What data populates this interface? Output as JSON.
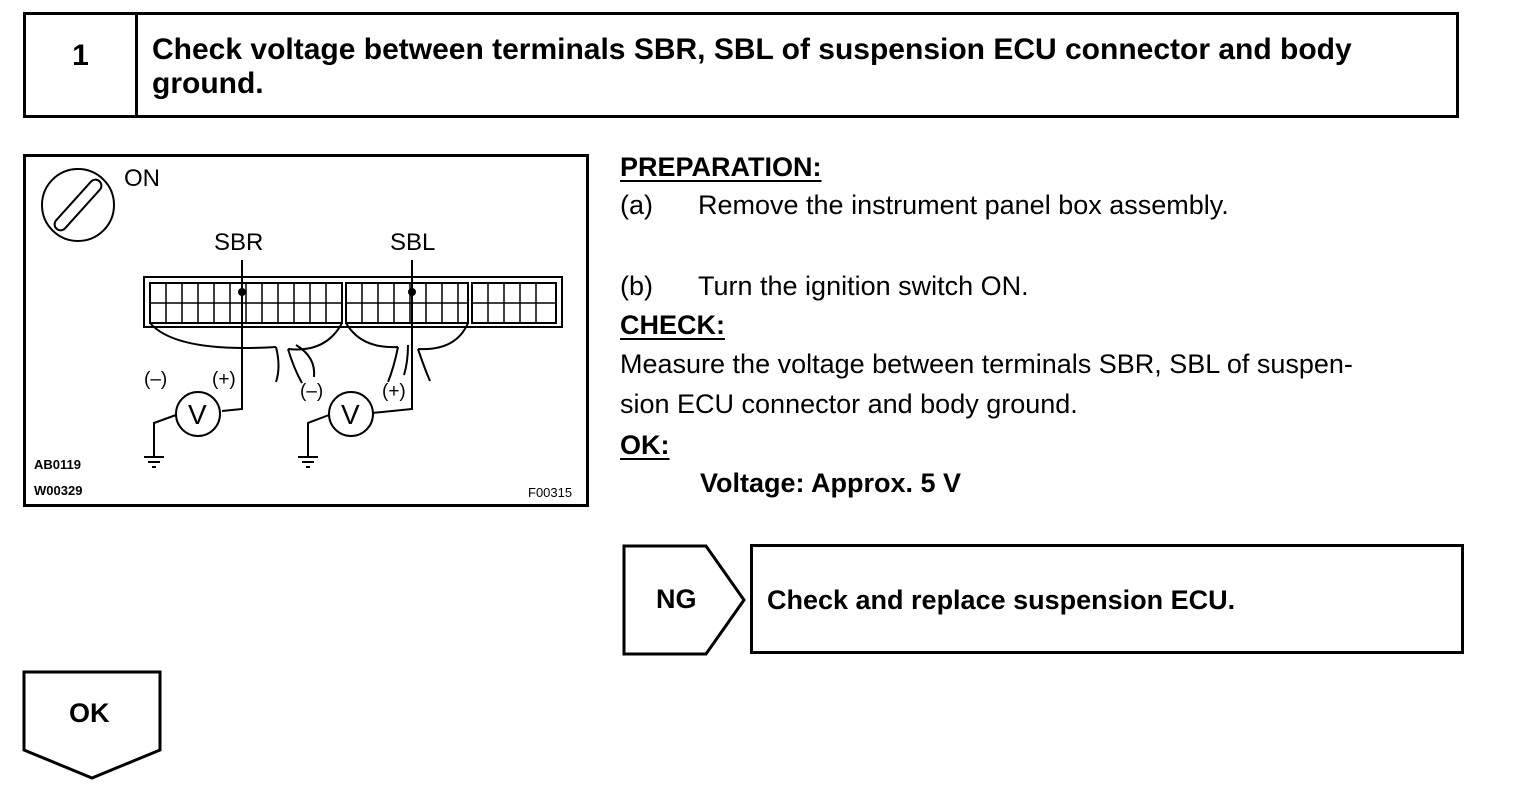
{
  "step": {
    "number": "1",
    "title": "Check voltage between terminals SBR, SBL of suspension ECU connector and body ground."
  },
  "figure": {
    "switch_label": "ON",
    "terminal_left": "SBR",
    "terminal_right": "SBL",
    "minus": "(–)",
    "plus": "(+)",
    "meter": "V",
    "codes": [
      "AB0119",
      "W00329"
    ],
    "figure_code": "F00315"
  },
  "preparation": {
    "heading": "PREPARATION:",
    "items": [
      {
        "label": "(a)",
        "text": "Remove the instrument panel box assembly."
      },
      {
        "label": "(b)",
        "text": "Turn the ignition switch ON."
      }
    ]
  },
  "check": {
    "heading": "CHECK:",
    "lines": [
      "Measure the voltage between terminals SBR, SBL of suspen-",
      "sion ECU connector and body ground."
    ]
  },
  "ok_spec": {
    "heading": "OK:",
    "value": "Voltage: Approx. 5 V"
  },
  "ng_branch": {
    "label": "NG",
    "action": "Check and replace suspension ECU."
  },
  "ok_branch": {
    "label": "OK"
  }
}
